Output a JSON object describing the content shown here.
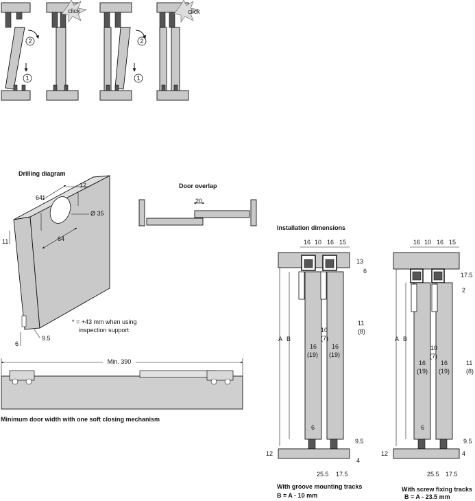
{
  "steps": {
    "click_label_1": "click",
    "click_label_2": "click",
    "num_1": "1",
    "num_2": "2",
    "num_3": "2",
    "num_4": "1"
  },
  "drilling": {
    "title": "Drilling diagram",
    "dim_64_star": "64*",
    "dim_12": "12",
    "dim_dia35": "Ø 35",
    "dim_11": "11",
    "dim_64": "64",
    "note_line1": "* = +43 mm when using",
    "note_line2": "inspection support",
    "dim_6": "6",
    "dim_9_5": "9.5"
  },
  "overlap": {
    "title": "Door overlap",
    "dim_20": "20"
  },
  "min_width": {
    "dim": "Min. 390",
    "caption": "Minimum door width with one soft closing mechanism"
  },
  "install": {
    "title": "Installation dimensions",
    "left": {
      "top_dims": [
        "16",
        "10",
        "16",
        "15"
      ],
      "dim_13": "13",
      "dim_6": "6",
      "dim_11": "11",
      "dim_11b": "(8)",
      "dim_10": "10",
      "dim_10b": "(7)",
      "dim_16a": "16",
      "dim_16a_b": "(19)",
      "dim_16b": "16",
      "dim_16b_b": "(19)",
      "label_A": "A",
      "label_B": "B",
      "dim_6_bottom": "6",
      "dim_9_5": "9.5",
      "dim_12": "12",
      "dim_4": "4",
      "dim_25_5": "25.5",
      "dim_17_5": "17.5",
      "caption1": "With groove mounting tracks",
      "caption2": "B = A - 10 mm"
    },
    "right": {
      "top_dims": [
        "16",
        "10",
        "16",
        "15"
      ],
      "dim_17_5": "17.5",
      "dim_2": "2",
      "dim_10": "10",
      "dim_10b": "(7)",
      "dim_16a": "16",
      "dim_16a_b": "(19)",
      "dim_16b": "16",
      "dim_16b_b": "(19)",
      "dim_11": "11",
      "dim_11b": "(8)",
      "label_A": "A",
      "label_B": "B",
      "dim_6_bottom": "6",
      "dim_9_5": "9.5",
      "dim_12": "12",
      "dim_4": "4",
      "dim_25_5": "25.5",
      "dim_17_5b": "17.5",
      "caption1": "With screw fixing tracks",
      "caption2": "B = A - 23.5 mm"
    }
  }
}
